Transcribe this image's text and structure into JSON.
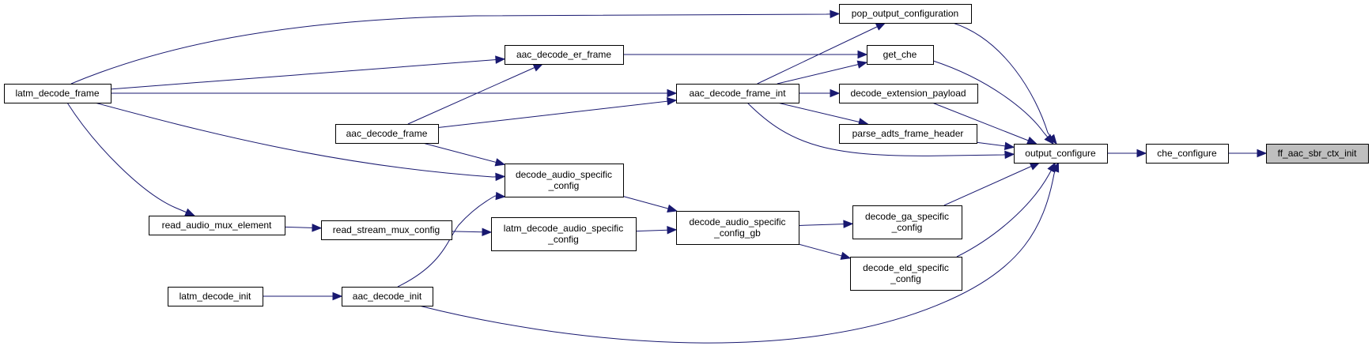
{
  "graph": {
    "nodes": {
      "latm_decode_frame": {
        "lines": [
          "latm_decode_frame"
        ]
      },
      "read_audio_mux_element": {
        "lines": [
          "read_audio_mux_element"
        ]
      },
      "latm_decode_init": {
        "lines": [
          "latm_decode_init"
        ]
      },
      "read_stream_mux_config": {
        "lines": [
          "read_stream_mux_config"
        ]
      },
      "aac_decode_init": {
        "lines": [
          "aac_decode_init"
        ]
      },
      "aac_decode_frame": {
        "lines": [
          "aac_decode_frame"
        ]
      },
      "aac_decode_er_frame": {
        "lines": [
          "aac_decode_er_frame"
        ]
      },
      "decode_audio_specific_config": {
        "lines": [
          "decode_audio_specific",
          "_config"
        ]
      },
      "latm_decode_audio_specific_config": {
        "lines": [
          "latm_decode_audio_specific",
          "_config"
        ]
      },
      "aac_decode_frame_int": {
        "lines": [
          "aac_decode_frame_int"
        ]
      },
      "decode_audio_specific_config_gb": {
        "lines": [
          "decode_audio_specific",
          "_config_gb"
        ]
      },
      "pop_output_configuration": {
        "lines": [
          "pop_output_configuration"
        ]
      },
      "get_che": {
        "lines": [
          "get_che"
        ]
      },
      "decode_extension_payload": {
        "lines": [
          "decode_extension_payload"
        ]
      },
      "parse_adts_frame_header": {
        "lines": [
          "parse_adts_frame_header"
        ]
      },
      "decode_ga_specific_config": {
        "lines": [
          "decode_ga_specific",
          "_config"
        ]
      },
      "decode_eld_specific_config": {
        "lines": [
          "decode_eld_specific",
          "_config"
        ]
      },
      "output_configure": {
        "lines": [
          "output_configure"
        ]
      },
      "che_configure": {
        "lines": [
          "che_configure"
        ]
      },
      "ff_aac_sbr_ctx_init": {
        "lines": [
          "ff_aac_sbr_ctx_init"
        ]
      }
    },
    "highlight": "ff_aac_sbr_ctx_init",
    "edges": [
      {
        "from": "che_configure",
        "to": "ff_aac_sbr_ctx_init"
      },
      {
        "from": "output_configure",
        "to": "che_configure"
      },
      {
        "from": "pop_output_configuration",
        "to": "output_configure"
      },
      {
        "from": "get_che",
        "to": "output_configure"
      },
      {
        "from": "decode_extension_payload",
        "to": "output_configure"
      },
      {
        "from": "parse_adts_frame_header",
        "to": "output_configure"
      },
      {
        "from": "aac_decode_frame_int",
        "to": "output_configure"
      },
      {
        "from": "decode_ga_specific_config",
        "to": "output_configure"
      },
      {
        "from": "decode_eld_specific_config",
        "to": "output_configure"
      },
      {
        "from": "aac_decode_init",
        "to": "output_configure"
      },
      {
        "from": "latm_decode_frame",
        "to": "pop_output_configuration"
      },
      {
        "from": "aac_decode_frame_int",
        "to": "pop_output_configuration"
      },
      {
        "from": "aac_decode_er_frame",
        "to": "get_che"
      },
      {
        "from": "aac_decode_frame_int",
        "to": "get_che"
      },
      {
        "from": "aac_decode_frame_int",
        "to": "decode_extension_payload"
      },
      {
        "from": "aac_decode_frame_int",
        "to": "parse_adts_frame_header"
      },
      {
        "from": "latm_decode_frame",
        "to": "aac_decode_er_frame"
      },
      {
        "from": "aac_decode_frame",
        "to": "aac_decode_er_frame"
      },
      {
        "from": "latm_decode_frame",
        "to": "aac_decode_frame_int"
      },
      {
        "from": "aac_decode_frame",
        "to": "aac_decode_frame_int"
      },
      {
        "from": "aac_decode_frame",
        "to": "decode_audio_specific_config"
      },
      {
        "from": "latm_decode_frame",
        "to": "decode_audio_specific_config"
      },
      {
        "from": "aac_decode_init",
        "to": "decode_audio_specific_config"
      },
      {
        "from": "decode_audio_specific_config",
        "to": "decode_audio_specific_config_gb"
      },
      {
        "from": "latm_decode_audio_specific_config",
        "to": "decode_audio_specific_config_gb"
      },
      {
        "from": "decode_audio_specific_config_gb",
        "to": "decode_ga_specific_config"
      },
      {
        "from": "decode_audio_specific_config_gb",
        "to": "decode_eld_specific_config"
      },
      {
        "from": "read_stream_mux_config",
        "to": "latm_decode_audio_specific_config"
      },
      {
        "from": "read_audio_mux_element",
        "to": "read_stream_mux_config"
      },
      {
        "from": "latm_decode_frame",
        "to": "read_audio_mux_element"
      },
      {
        "from": "latm_decode_init",
        "to": "aac_decode_init"
      }
    ]
  }
}
